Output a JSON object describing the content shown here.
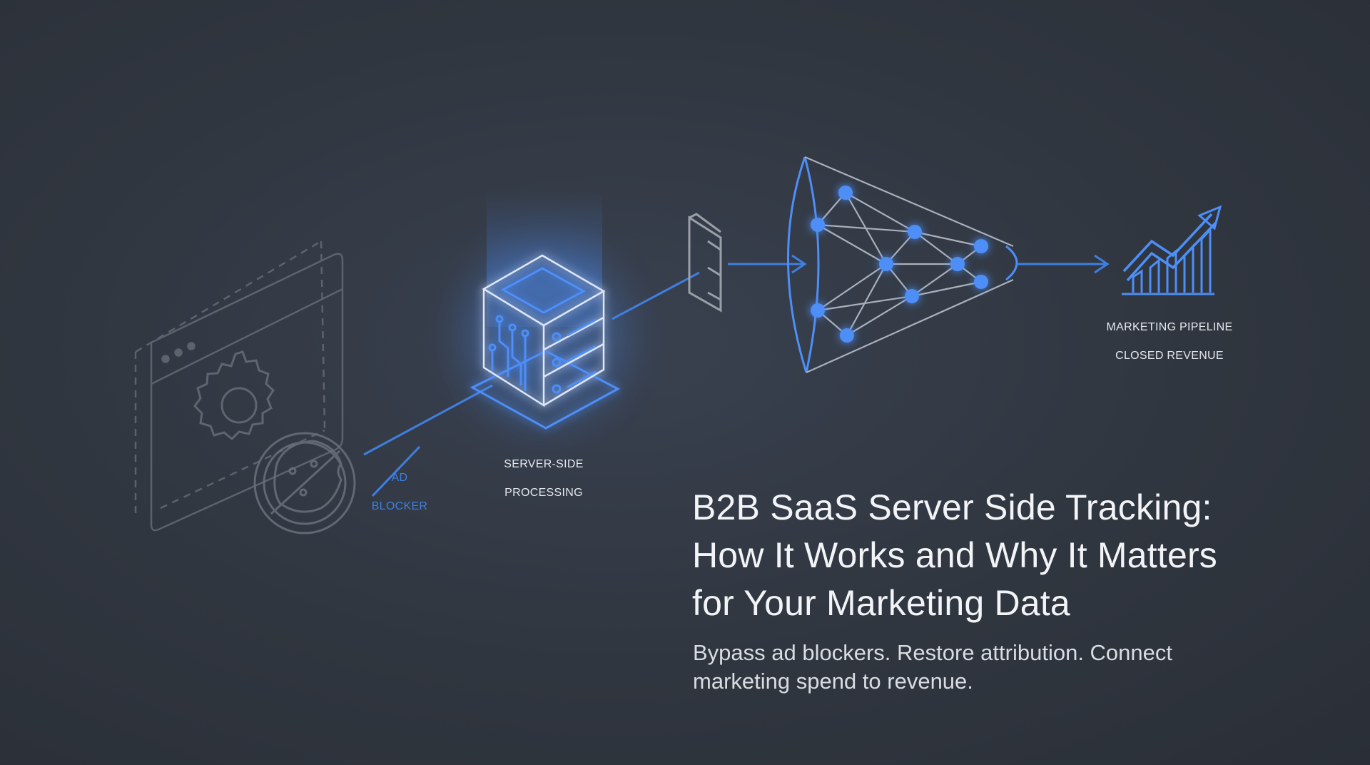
{
  "labels": {
    "ad_blocker_line1": "AD",
    "ad_blocker_line2": "BLOCKER",
    "server_side_line1": "SERVER-SIDE",
    "server_side_line2": "PROCESSING",
    "pipeline_line1": "MARKETING PIPELINE",
    "pipeline_line2": "CLOSED REVENUE"
  },
  "headline": {
    "line1": "B2B SaaS Server Side Tracking:",
    "line2": "How It Works and Why It Matters",
    "line3": "for Your Marketing Data"
  },
  "subhead": {
    "line1": "Bypass ad blockers. Restore attribution. Connect",
    "line2": "marketing spend to revenue."
  },
  "icons": [
    "browser-window-icon",
    "gear-icon",
    "blocked-cookie-icon",
    "server-stack-icon",
    "shield-wall-icon",
    "network-funnel-icon",
    "growth-chart-icon"
  ],
  "colors": {
    "background": "#30363f",
    "accent_blue": "#3f7fe0",
    "node_blue": "#4d8ef7",
    "muted_gray": "#8a9099",
    "text": "#f2f4f7"
  }
}
